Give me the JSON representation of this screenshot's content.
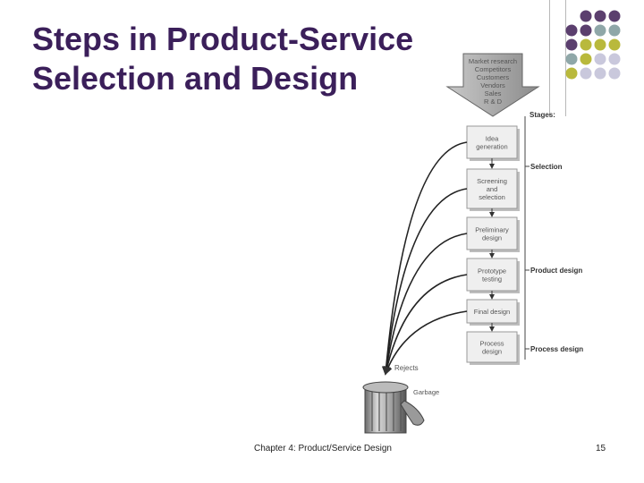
{
  "slide": {
    "title_line1": "Steps in Product-Service",
    "title_line2": "Selection and Design",
    "footer": "Chapter 4: Product/Service Design",
    "page_number": "15"
  },
  "colors": {
    "title": "#3b1f5a",
    "dot_purple": "#5b3f6e",
    "dot_teal": "#8fa7a8",
    "dot_olive": "#b9b93c",
    "dot_lilac": "#c9c8dc"
  },
  "diagram": {
    "sources_lines": [
      "Market research",
      "Competitors",
      "Customers",
      "Vendors",
      "Sales",
      "R & D"
    ],
    "stages_heading": "Stages:",
    "steps": [
      {
        "lines": [
          "Idea",
          "generation"
        ]
      },
      {
        "lines": [
          "Screening",
          "and",
          "selection"
        ]
      },
      {
        "lines": [
          "Preliminary",
          "design"
        ]
      },
      {
        "lines": [
          "Prototype",
          "testing"
        ]
      },
      {
        "lines": [
          "Final design"
        ]
      },
      {
        "lines": [
          "Process",
          "design"
        ]
      }
    ],
    "stage_labels": [
      "Selection",
      "Product design",
      "Process design"
    ],
    "rejects_label": "Rejects",
    "garbage_label": "Garbage"
  }
}
